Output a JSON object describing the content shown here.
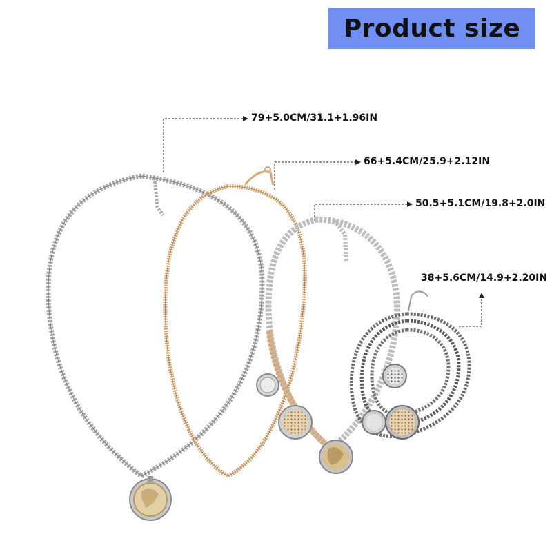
{
  "header": {
    "title": "Product size",
    "background": "#6f8ff2",
    "text_color": "#111111"
  },
  "measurements": [
    {
      "label": "79+5.0CM/31.1+1.96IN"
    },
    {
      "label": "66+5.4CM/25.9+2.12IN"
    },
    {
      "label": "50.5+5.1CM/19.8+2.0IN"
    },
    {
      "label": "38+5.6CM/14.9+2.20IN"
    }
  ],
  "colors": {
    "silver_chain": "#a9a9a9",
    "gold_chain": "#d9a877",
    "dark_chain": "#6b6b6b",
    "dimension_line": "#222222"
  }
}
